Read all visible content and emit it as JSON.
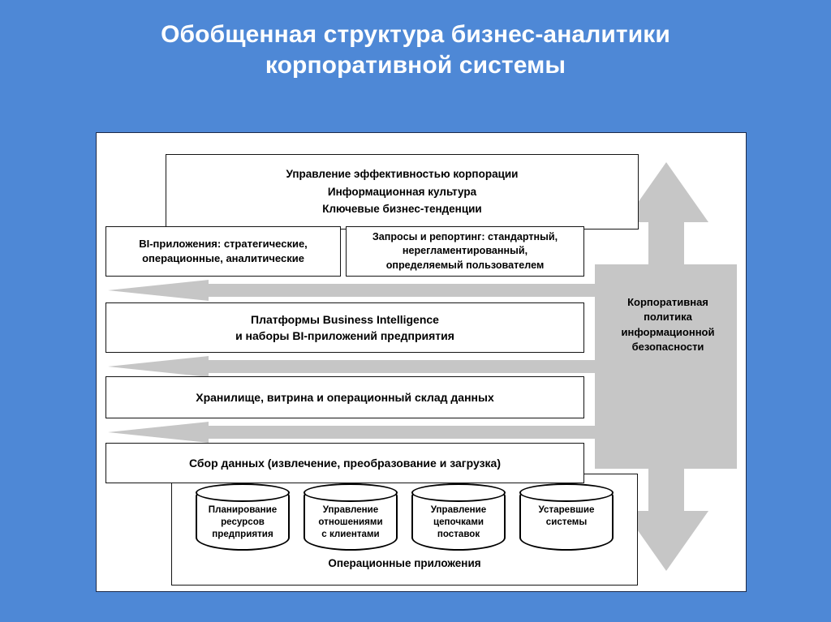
{
  "slide": {
    "title_lines": [
      "Обобщенная структура бизнес-аналитики",
      "корпоративной системы"
    ],
    "background_color": "#4e88d6",
    "panel_color": "#ffffff",
    "accent_gray": "#c6c6c6"
  },
  "diagram": {
    "performance_box": {
      "lines": [
        "Управление эффективностью корпорации",
        "Информационная культура",
        "Ключевые бизнес-тенденции"
      ]
    },
    "bi_applications_box": {
      "lines": [
        "BI-приложения: стратегические,",
        "операционные, аналитические"
      ]
    },
    "queries_box": {
      "lines": [
        "Запросы и репортинг: стандартный,",
        "нерегламентированный,",
        "определяемый пользователем"
      ]
    },
    "platforms_box": {
      "lines": [
        "Платформы Business Intelligence",
        "и наборы BI-приложений предприятия"
      ]
    },
    "warehouse_box": {
      "lines": [
        "Хранилище, витрина и операционный склад данных"
      ]
    },
    "etl_box": {
      "lines": [
        "Сбор данных (извлечение, преобразование и загрузка)"
      ]
    },
    "operational_block": {
      "caption": "Операционные приложения",
      "cylinders": [
        {
          "lines": [
            "Планирование",
            "ресурсов",
            "предприятия"
          ]
        },
        {
          "lines": [
            "Управление",
            "отношениями",
            "с клиентами"
          ]
        },
        {
          "lines": [
            "Управление",
            "цепочками",
            "поставок"
          ]
        },
        {
          "lines": [
            "Устаревшие",
            "системы"
          ]
        }
      ]
    },
    "security_arrow": {
      "lines": [
        "Корпоративная",
        "политика",
        "информационной",
        "безопасности"
      ]
    },
    "flow_arrows": {
      "count": 3,
      "direction": "left"
    }
  }
}
